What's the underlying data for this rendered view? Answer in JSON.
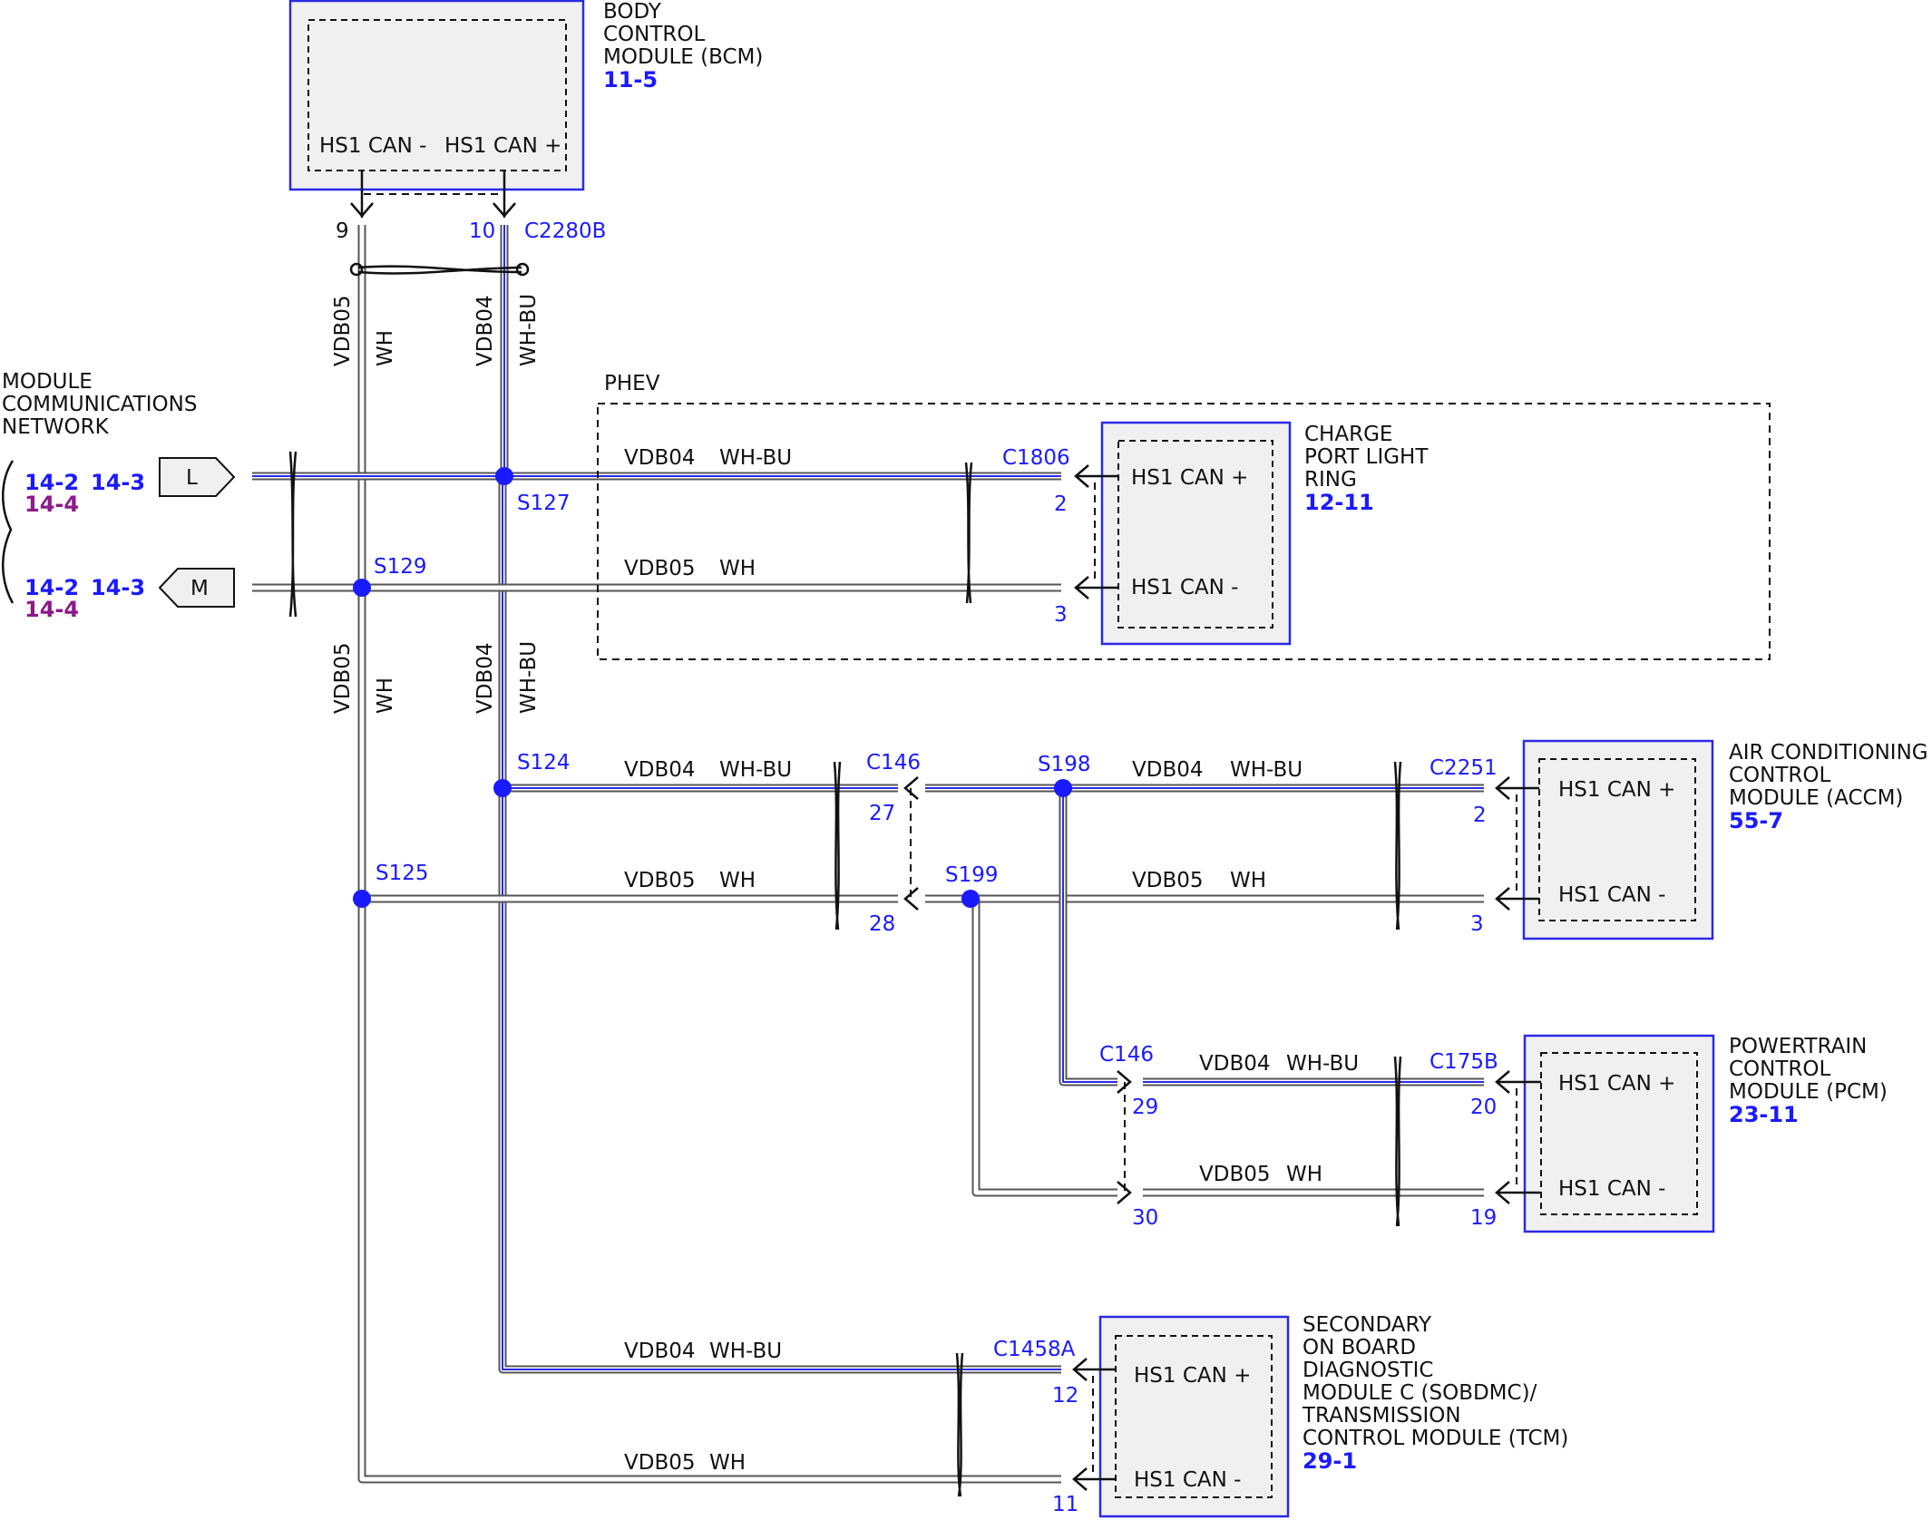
{
  "modules": {
    "bcm": {
      "name": [
        "BODY",
        "CONTROL",
        "MODULE (BCM)"
      ],
      "ref": "11-5",
      "pins": [
        "HS1 CAN -",
        "HS1 CAN +"
      ]
    },
    "cplr": {
      "name": [
        "CHARGE",
        "PORT LIGHT",
        "RING"
      ],
      "ref": "12-11",
      "pins": [
        "HS1 CAN +",
        "HS1 CAN -"
      ]
    },
    "accm": {
      "name": [
        "AIR CONDITIONING",
        "CONTROL",
        "MODULE (ACCM)"
      ],
      "ref": "55-7",
      "pins": [
        "HS1 CAN +",
        "HS1 CAN -"
      ]
    },
    "pcm": {
      "name": [
        "POWERTRAIN",
        "CONTROL",
        "MODULE (PCM)"
      ],
      "ref": "23-11",
      "pins": [
        "HS1 CAN +",
        "HS1 CAN -"
      ]
    },
    "tcm": {
      "name": [
        "SECONDARY",
        "ON BOARD",
        "DIAGNOSTIC",
        "MODULE C (SOBDMC)/",
        "TRANSMISSION",
        "CONTROL MODULE (TCM)"
      ],
      "ref": "29-1",
      "pins": [
        "HS1 CAN +",
        "HS1 CAN -"
      ]
    }
  },
  "network": {
    "title": [
      "MODULE",
      "COMMUNICATIONS",
      "NETWORK"
    ],
    "refs": [
      "14-2",
      "14-3"
    ],
    "sub_ref": "14-4",
    "conn_l": "L",
    "conn_m": "M"
  },
  "phev_label": "PHEV",
  "connectors": {
    "c2280b": "C2280B",
    "c1806": "C1806",
    "c146": "C146",
    "c2251": "C2251",
    "c175b": "C175B",
    "c1458a": "C1458A"
  },
  "splices": {
    "s127": "S127",
    "s129": "S129",
    "s124": "S124",
    "s125": "S125",
    "s198": "S198",
    "s199": "S199"
  },
  "pins": {
    "bcm_minus": "9",
    "bcm_plus": "10",
    "cplr_plus": "2",
    "cplr_minus": "3",
    "c146_a": "27",
    "c146_b": "28",
    "c146_c": "29",
    "c146_d": "30",
    "accm_plus": "2",
    "accm_minus": "3",
    "pcm_plus": "20",
    "pcm_minus": "19",
    "tcm_plus": "12",
    "tcm_minus": "11"
  },
  "circuits": {
    "vdb04": "VDB04",
    "vdb05": "VDB05",
    "wh": "WH",
    "wh_bu": "WH-BU"
  },
  "colors": {
    "blue": "#1a1aff",
    "purple": "#8b1a8b"
  }
}
